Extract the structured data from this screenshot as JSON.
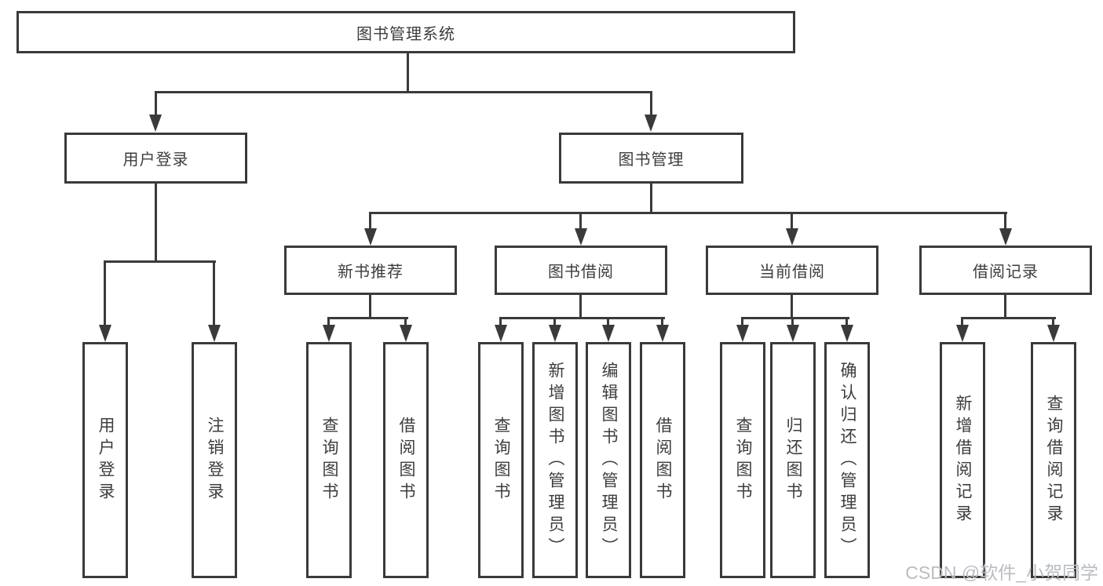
{
  "title": "图书管理系统",
  "level2": {
    "user_login": "用户登录",
    "book_management": "图书管理"
  },
  "level3": {
    "new_book_recommend": "新书推荐",
    "book_borrow": "图书借阅",
    "current_borrow": "当前借阅",
    "borrow_records": "借阅记录"
  },
  "leaves": {
    "user_login": [
      "用户登录",
      "注销登录"
    ],
    "new_book_recommend": [
      "查询图书",
      "借阅图书"
    ],
    "book_borrow": [
      "查询图书",
      "新增图书（管理员）",
      "编辑图书（管理员）",
      "借阅图书"
    ],
    "current_borrow": [
      "查询图书",
      "归还图书",
      "确认归还（管理员）"
    ],
    "borrow_records": [
      "新增借阅记录",
      "查询借阅记录"
    ]
  },
  "watermark": "CSDN @软件_小贺同学",
  "colors": {
    "line": "#3a3a3a",
    "text": "#3d3d3d",
    "background": "#ffffff",
    "watermark": "#b9bdc3"
  }
}
